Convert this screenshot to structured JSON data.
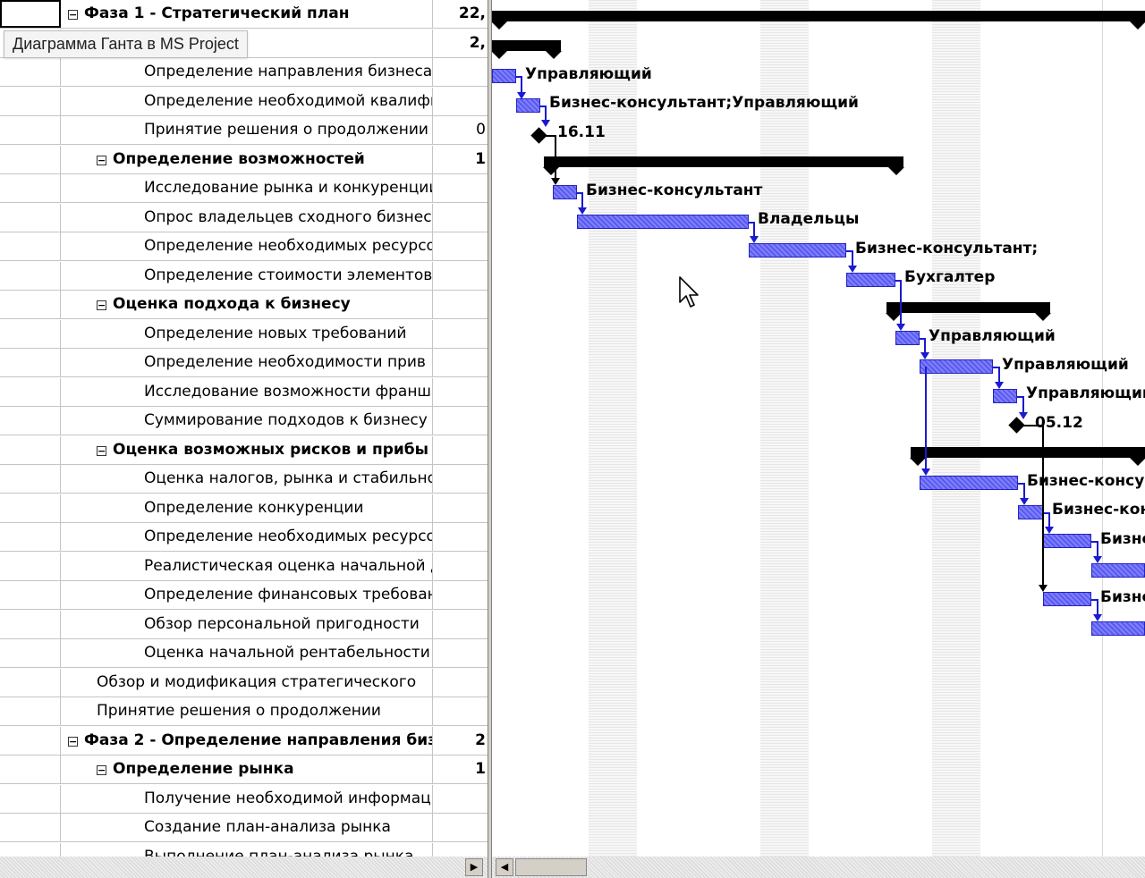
{
  "tooltip": "Диаграмма Ганта в MS Project",
  "rows": [
    {
      "name": "Фаза 1 - Стратегический план",
      "duration": "22,",
      "level": 0,
      "summary": true,
      "expander": "−"
    },
    {
      "name": "",
      "duration": "2,",
      "level": 1,
      "summary": true,
      "expander": ""
    },
    {
      "name": "Определение направления бизнеса",
      "duration": "",
      "level": 2,
      "summary": false,
      "expander": ""
    },
    {
      "name": "Определение необходимой квалифи",
      "duration": "",
      "level": 2,
      "summary": false,
      "expander": ""
    },
    {
      "name": "Принятие решения о продолжении б",
      "duration": "0",
      "level": 2,
      "summary": false,
      "expander": ""
    },
    {
      "name": "Определение возможностей",
      "duration": "1",
      "level": 1,
      "summary": true,
      "expander": "−"
    },
    {
      "name": "Исследование рынка и конкуренции",
      "duration": "",
      "level": 2,
      "summary": false,
      "expander": ""
    },
    {
      "name": "Опрос владельцев сходного бизнеса",
      "duration": "",
      "level": 2,
      "summary": false,
      "expander": ""
    },
    {
      "name": "Определение необходимых ресурсо",
      "duration": "",
      "level": 2,
      "summary": false,
      "expander": ""
    },
    {
      "name": "Определение стоимости элементов",
      "duration": "",
      "level": 2,
      "summary": false,
      "expander": ""
    },
    {
      "name": "Оценка подхода к бизнесу",
      "duration": "",
      "level": 1,
      "summary": true,
      "expander": "−"
    },
    {
      "name": "Определение новых требований",
      "duration": "",
      "level": 2,
      "summary": false,
      "expander": ""
    },
    {
      "name": "Определение необходимости прив",
      "duration": "",
      "level": 2,
      "summary": false,
      "expander": ""
    },
    {
      "name": "Исследование возможности франш",
      "duration": "",
      "level": 2,
      "summary": false,
      "expander": ""
    },
    {
      "name": "Суммирование подходов к бизнесу",
      "duration": "",
      "level": 2,
      "summary": false,
      "expander": ""
    },
    {
      "name": "Оценка возможных рисков и прибы",
      "duration": "",
      "level": 1,
      "summary": true,
      "expander": "−"
    },
    {
      "name": "Оценка налогов, рынка и стабильно",
      "duration": "",
      "level": 2,
      "summary": false,
      "expander": ""
    },
    {
      "name": "Определение конкуренции",
      "duration": "",
      "level": 2,
      "summary": false,
      "expander": ""
    },
    {
      "name": "Определение необходимых ресурсо",
      "duration": "",
      "level": 2,
      "summary": false,
      "expander": ""
    },
    {
      "name": "Реалистическая оценка начальной д",
      "duration": "",
      "level": 2,
      "summary": false,
      "expander": ""
    },
    {
      "name": "Определение финансовых требован",
      "duration": "",
      "level": 2,
      "summary": false,
      "expander": ""
    },
    {
      "name": "Обзор персональной пригодности",
      "duration": "",
      "level": 2,
      "summary": false,
      "expander": ""
    },
    {
      "name": "Оценка начальной рентабельности",
      "duration": "",
      "level": 2,
      "summary": false,
      "expander": ""
    },
    {
      "name": "Обзор и модификация стратегического",
      "duration": "",
      "level": 1,
      "summary": false,
      "expander": ""
    },
    {
      "name": "Принятие решения о продолжении",
      "duration": "",
      "level": 1,
      "summary": false,
      "expander": ""
    },
    {
      "name": "Фаза 2 - Определение направления биз",
      "duration": "2",
      "level": 0,
      "summary": true,
      "expander": "−"
    },
    {
      "name": "Определение рынка",
      "duration": "1",
      "level": 1,
      "summary": true,
      "expander": "−"
    },
    {
      "name": "Получение необходимой информаци",
      "duration": "",
      "level": 2,
      "summary": false,
      "expander": ""
    },
    {
      "name": "Создание план-анализа рынка",
      "duration": "",
      "level": 2,
      "summary": false,
      "expander": ""
    },
    {
      "name": "Выполнение план-анализа рынка",
      "duration": "",
      "level": 2,
      "summary": false,
      "expander": ""
    }
  ],
  "gantt": {
    "bar_color": "#6b6bf5",
    "summary_color": "#000000",
    "tasks": [
      {
        "label": "Управляющий"
      },
      {
        "label": "Бизнес-консультант;Управляющий"
      },
      {
        "label": "16.11"
      },
      {
        "label": "Бизнес-консультант"
      },
      {
        "label": "Владельцы"
      },
      {
        "label": "Бизнес-консультант;"
      },
      {
        "label": "Бухгалтер"
      },
      {
        "label": "Управляющий"
      },
      {
        "label": "Управляющий"
      },
      {
        "label": "Управляющий"
      },
      {
        "label": "05.12"
      },
      {
        "label": "Бизнес-консу"
      },
      {
        "label": "Бизнес-кон"
      },
      {
        "label": "Бизне"
      },
      {
        "label": "Бизне"
      }
    ]
  }
}
